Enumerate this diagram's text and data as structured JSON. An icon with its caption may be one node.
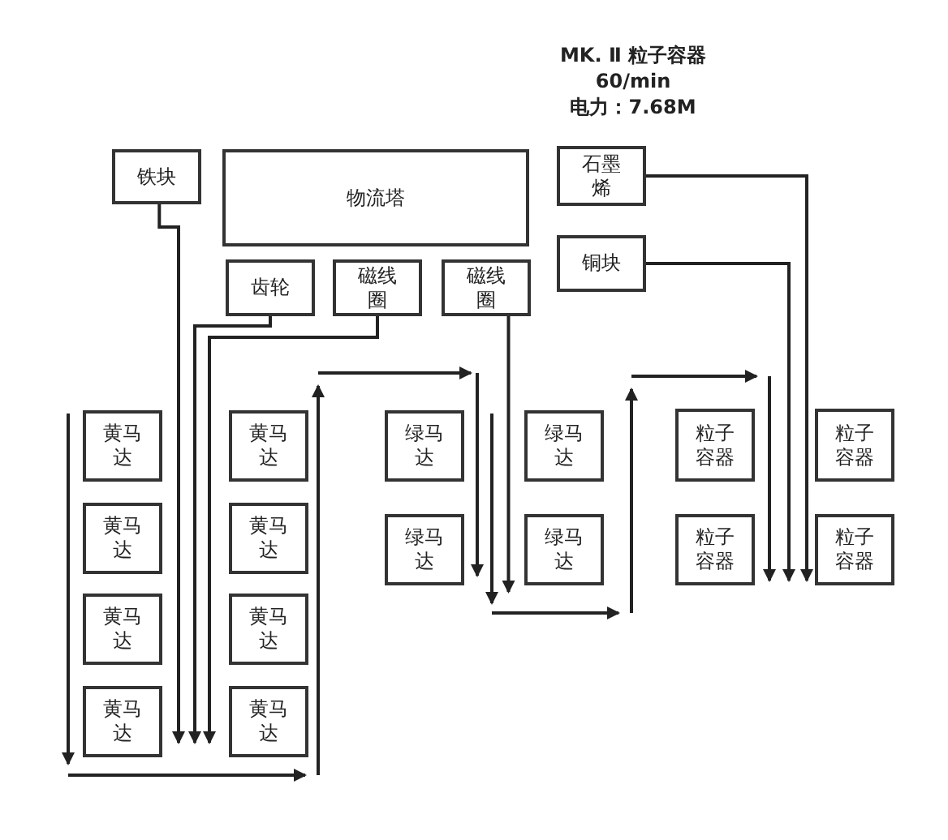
{
  "diagram": {
    "title": "MK. Ⅱ 粒子容器",
    "nodes": [
      {
        "text": [
          "铁块"
        ]
      },
      {
        "text": [
          "物流塔"
        ]
      },
      {
        "text": [
          "齿轮"
        ]
      },
      {
        "text": [
          "磁线圈"
        ]
      },
      {
        "text": [
          "磁线圈"
        ]
      },
      {
        "text": [
          "石墨烯"
        ]
      },
      {
        "text": [
          "铜块"
        ]
      },
      {
        "text": [
          "黄马达"
        ]
      },
      {
        "text": [
          "黄马达"
        ]
      },
      {
        "text": [
          "黄马达"
        ]
      },
      {
        "text": [
          "黄马达"
        ]
      },
      {
        "text": [
          "黄马达"
        ]
      },
      {
        "text": [
          "黄马达"
        ]
      },
      {
        "text": [
          "黄马达"
        ]
      },
      {
        "text": [
          "黄马达"
        ]
      },
      {
        "text": [
          "绿马达"
        ]
      },
      {
        "text": [
          "绿马达"
        ]
      },
      {
        "text": [
          "绿马达"
        ]
      },
      {
        "text": [
          "绿马达"
        ]
      },
      {
        "text": [
          "粒子容器"
        ]
      },
      {
        "text": [
          "粒子容器"
        ]
      },
      {
        "text": [
          "粒子容器"
        ]
      },
      {
        "text": [
          "粒子容器"
        ]
      }
    ],
    "edges": [
      {
        "from": 0,
        "to": 10,
        "arrow": "to"
      },
      {
        "from": 2,
        "to": 10,
        "arrow": "to"
      },
      {
        "from": 3,
        "to": 14,
        "arrow": "to"
      },
      {
        "from": 4,
        "to": 18,
        "arrow": "to"
      },
      {
        "from": 5,
        "to": 22,
        "arrow": "to"
      },
      {
        "from": 6,
        "to": 22,
        "arrow": "to"
      }
    ],
    "labels": [
      "60/min",
      "电力：7.68M"
    ]
  }
}
